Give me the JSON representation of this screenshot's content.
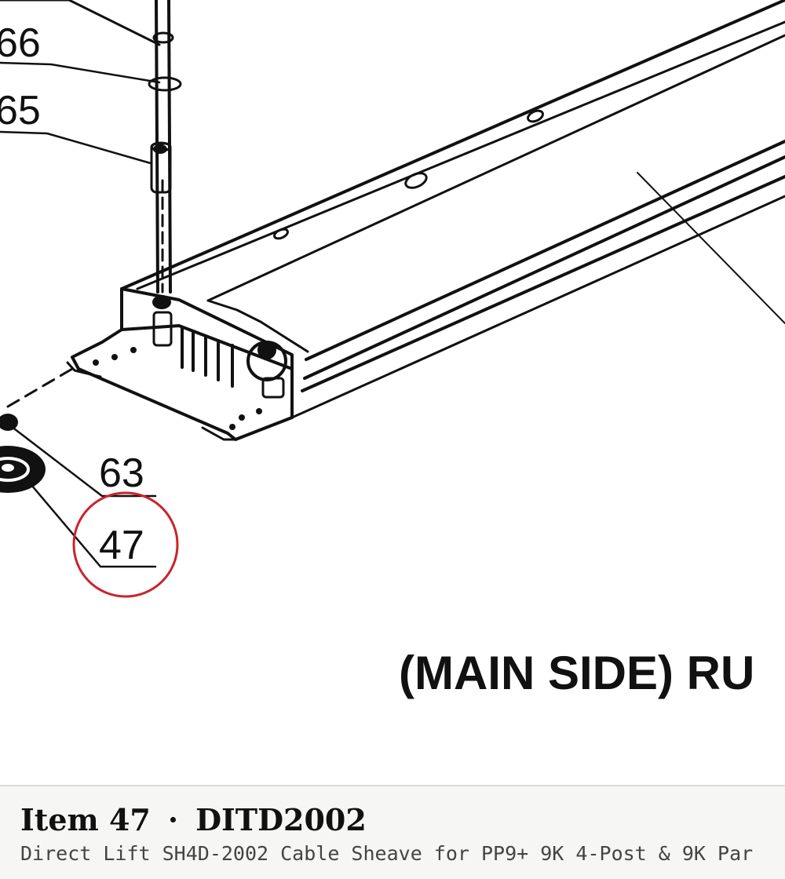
{
  "diagram": {
    "callouts": [
      "66",
      "65",
      "63",
      "47"
    ],
    "highlighted_callout": "47",
    "view_label": "(MAIN SIDE) RU",
    "highlight_color": "#c9242b",
    "line_color": "#111111"
  },
  "footer": {
    "item_label": "Item 47",
    "separator": "·",
    "part_number": "DITD2002",
    "description": "Direct Lift SH4D-2002 Cable Sheave for PP9+ 9K 4-Post & 9K Par"
  }
}
